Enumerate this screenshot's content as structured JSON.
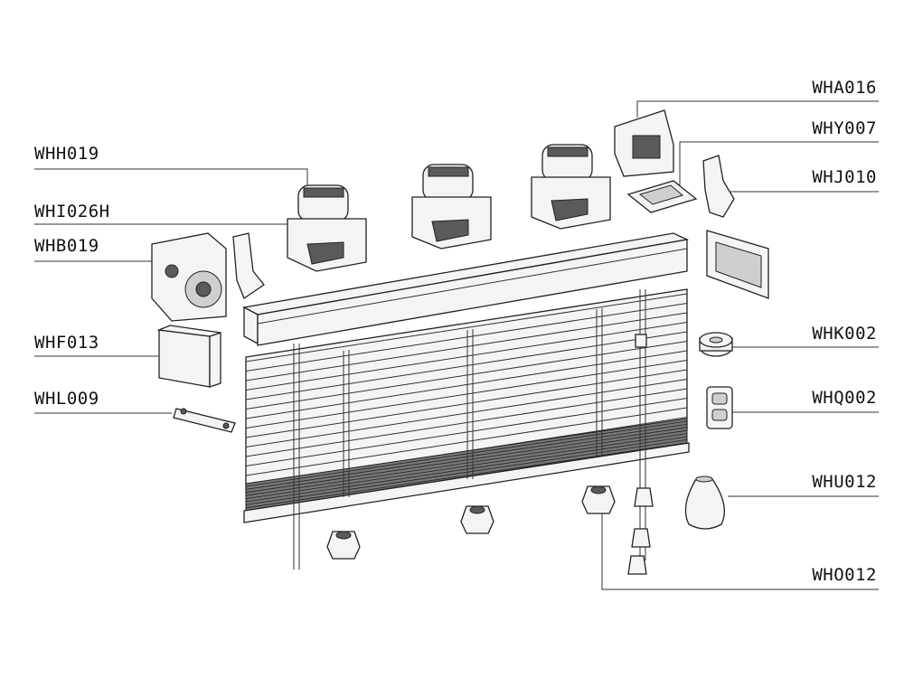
{
  "labels": {
    "WHH019": "WHH019",
    "WHI026H": "WHI026H",
    "WHB019": "WHB019",
    "WHF013": "WHF013",
    "WHL009": "WHL009",
    "WHA016": "WHA016",
    "WHY007": "WHY007",
    "WHJ010": "WHJ010",
    "WHK002": "WHK002",
    "WHQ002": "WHQ002",
    "WHU012": "WHU012",
    "WHO012": "WHO012"
  }
}
